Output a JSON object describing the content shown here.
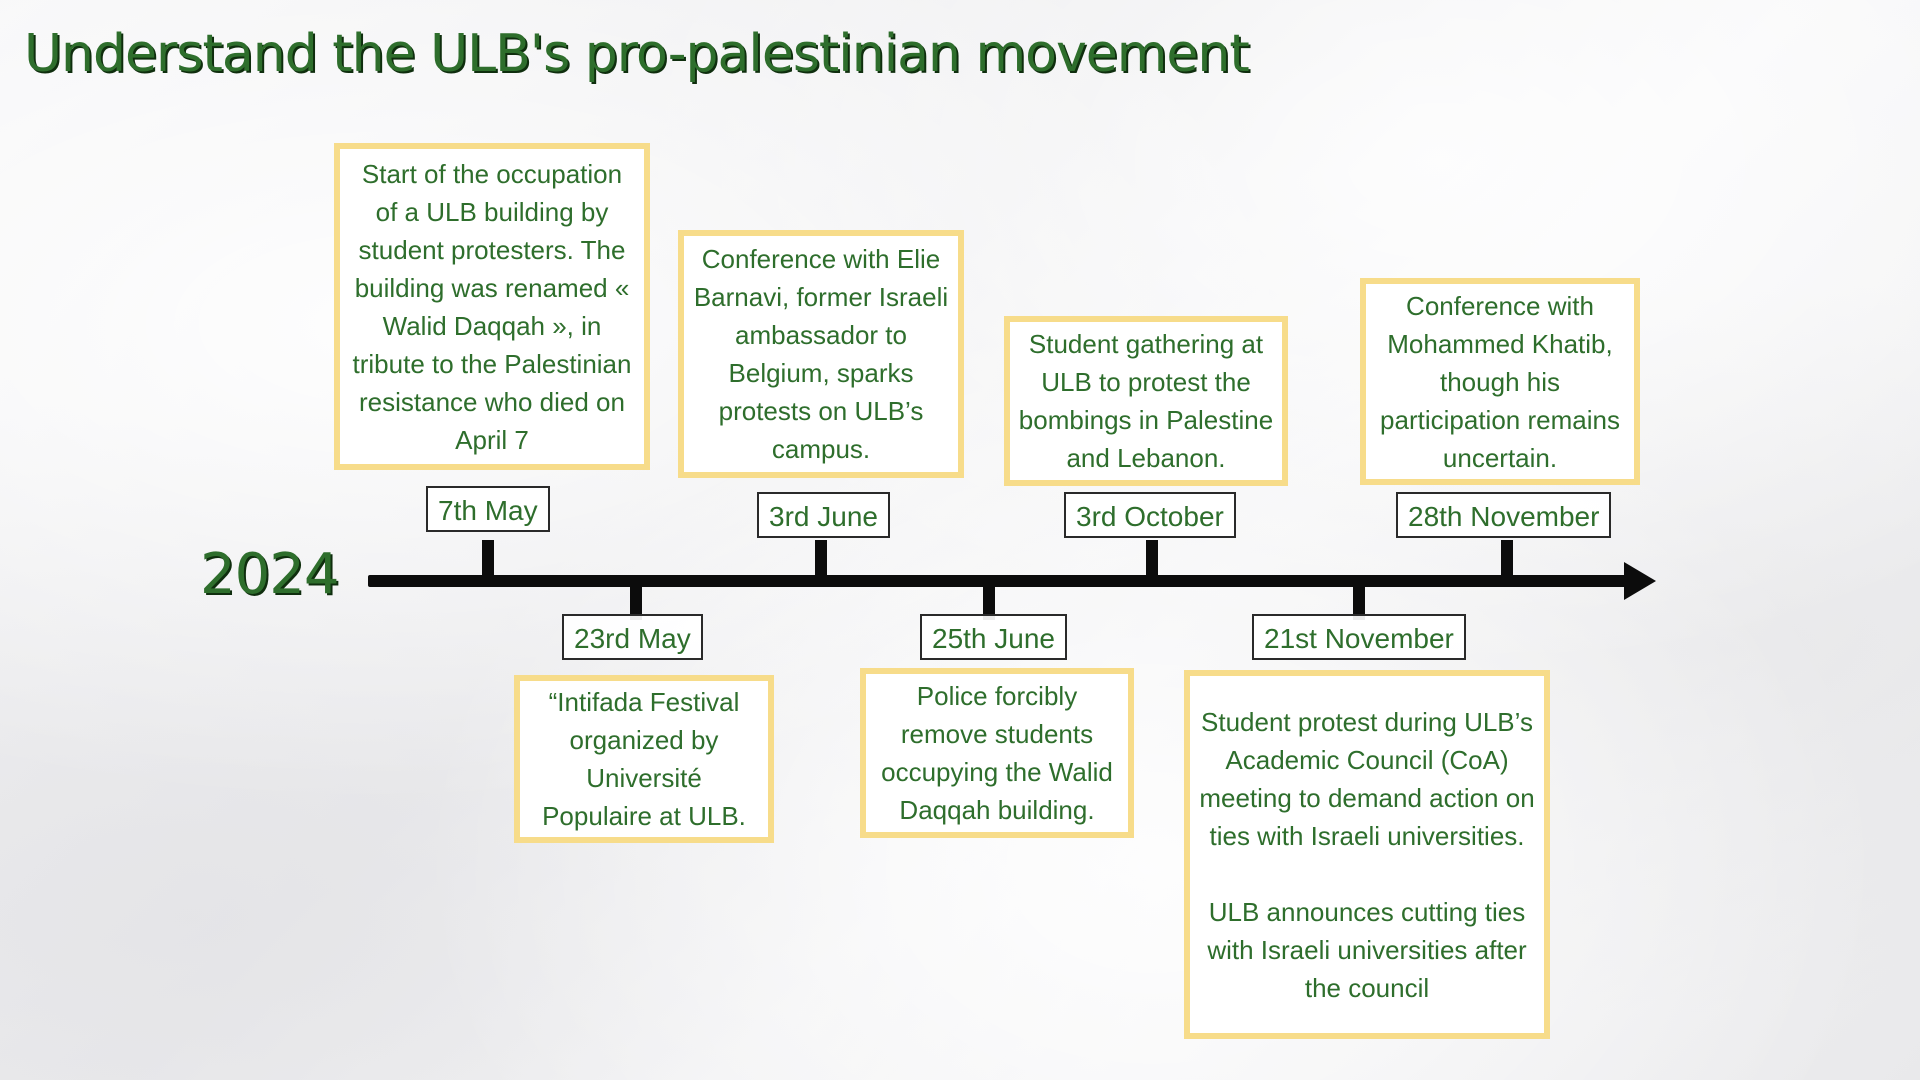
{
  "title": "Understand the ULB's pro-palestinian movement",
  "year": "2024",
  "colors": {
    "title_green": "#2e6e2c",
    "box_border_yellow": "#f7dc8a",
    "axis_black": "#0c0c0c"
  },
  "events": [
    {
      "date": "7th May",
      "position": "above",
      "text": "Start of the occupation of a ULB building by student protesters. The building was renamed « Walid Daqqah », in tribute to the Palestinian resistance who died on April 7"
    },
    {
      "date": "23rd May",
      "position": "below",
      "text": "“Intifada Festival organized by Université Populaire at ULB."
    },
    {
      "date": "3rd June",
      "position": "above",
      "text": "Conference with Elie Barnavi, former Israeli ambassador to Belgium, sparks protests on ULB’s campus."
    },
    {
      "date": "25th June",
      "position": "below",
      "text": "Police forcibly remove students occupying the Walid Daqqah building."
    },
    {
      "date": "3rd October",
      "position": "above",
      "text": "Student gathering at ULB to protest the bombings in Palestine and Lebanon."
    },
    {
      "date": "21st November",
      "position": "below",
      "text": "Student protest during ULB’s Academic Council (CoA) meeting to demand action on ties with Israeli universities.",
      "text2": "ULB announces cutting ties with Israeli universities after the council"
    },
    {
      "date": "28th November",
      "position": "above",
      "text": "Conference with Mohammed Khatib, though his participation remains uncertain."
    }
  ]
}
